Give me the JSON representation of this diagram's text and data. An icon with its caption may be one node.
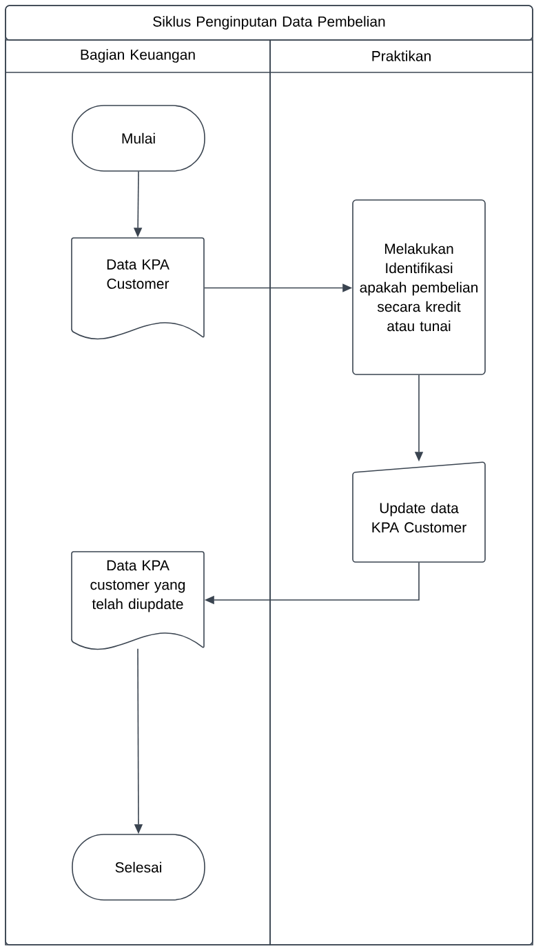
{
  "diagram": {
    "nodes": [
      {
        "text": [
          "Siklus Penginputan Data Pembelian"
        ]
      },
      {
        "text": [
          "Bagian Keuangan"
        ],
        "in": 0
      },
      {
        "text": [
          "Praktikan"
        ],
        "in": 0
      },
      {
        "text": [
          "Mulai"
        ],
        "in": 1
      },
      {
        "text": [
          "Data KPA Customer"
        ],
        "in": 1
      },
      {
        "text": [
          "Melakukan Identifikasi apakah pembelian secara kredit atau tunai"
        ],
        "in": 2
      },
      {
        "text": [
          "Update data KPA Customer"
        ],
        "in": 2
      },
      {
        "text": [
          "Data KPA customer yang telah diupdate"
        ],
        "in": 1
      },
      {
        "text": [
          "Selesai"
        ],
        "in": 1
      }
    ],
    "edges": [
      {
        "from": 3,
        "to": 4,
        "arrow": "to"
      },
      {
        "from": 4,
        "to": 5,
        "arrow": "to"
      },
      {
        "from": 5,
        "to": 6,
        "arrow": "to"
      },
      {
        "from": 6,
        "to": 7,
        "arrow": "to"
      },
      {
        "from": 7,
        "to": 8,
        "arrow": "to"
      }
    ]
  }
}
